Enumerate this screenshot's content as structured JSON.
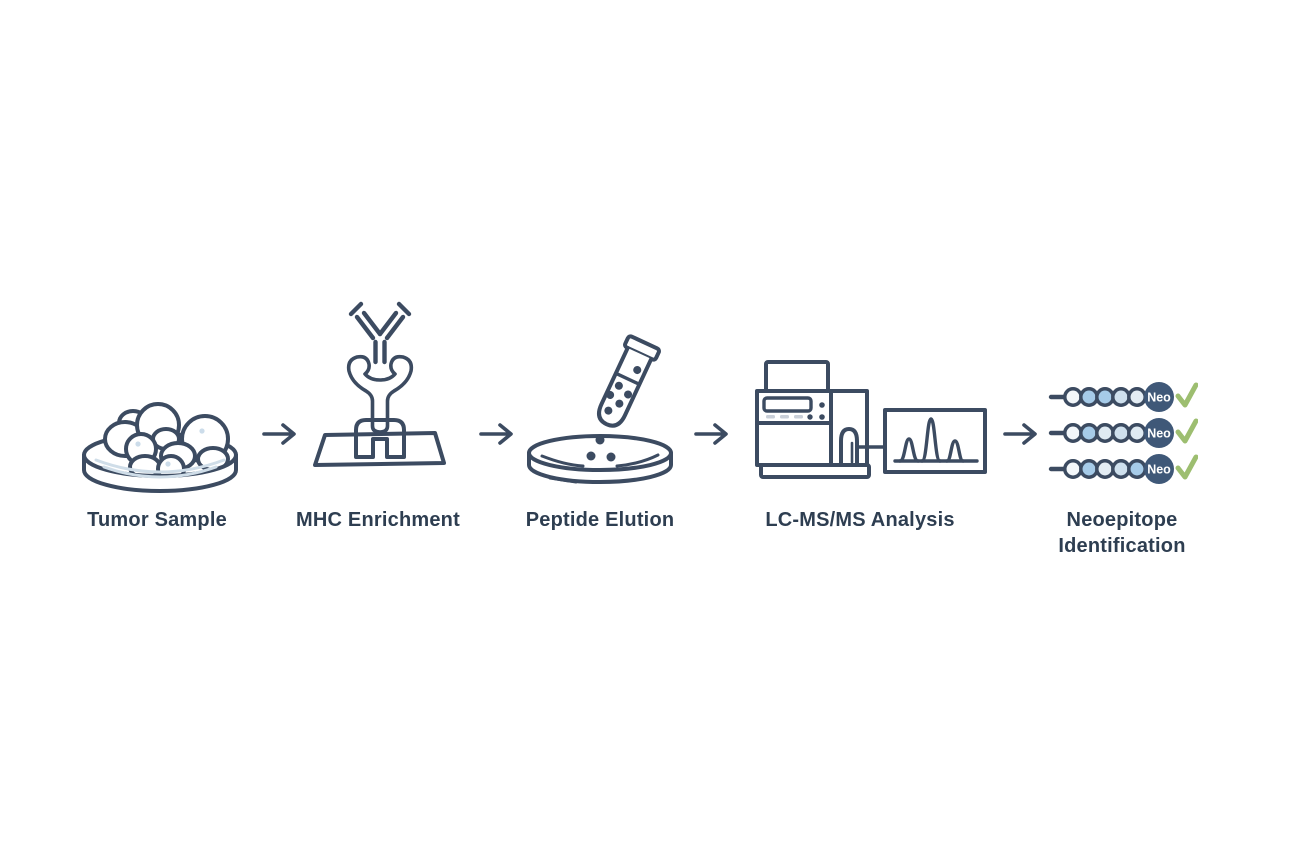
{
  "diagram": {
    "type": "horizontal-workflow",
    "background": "#ffffff",
    "steps": [
      {
        "label": "Tumor Sample",
        "icon": "petri-dish-with-tumor-cells"
      },
      {
        "label": "MHC Enrichment",
        "icon": "antibody-binding-mhc-on-plate"
      },
      {
        "label": "Peptide Elution",
        "icon": "test-tube-dropping-peptides-into-dish"
      },
      {
        "label": "LC-MS/MS Analysis",
        "icon": "lc-ms-instrument-with-chromatogram"
      },
      {
        "label": "Neoepitope Identification",
        "icon": "peptide-chains-with-neo-tags-and-checkmarks"
      }
    ],
    "arrow_glyph": "→",
    "neo_tag": "Neo",
    "neo_rows": [
      {
        "beads": [
          "#f3f7fa",
          "#a6cbe8",
          "#a6cbe8",
          "#cfe0ed",
          "#e4edf4"
        ]
      },
      {
        "beads": [
          "#f3f7fa",
          "#a6cbe8",
          "#dfeaf2",
          "#cfe0ed",
          "#dfeaf2"
        ]
      },
      {
        "beads": [
          "#f3f7fa",
          "#a6cbe8",
          "#e4edf4",
          "#cfe0ed",
          "#a6cbe8"
        ]
      }
    ],
    "chromatogram_peaks_relative": [
      0.48,
      1.0,
      0.45
    ]
  },
  "colors": {
    "outline": "#3c4b61",
    "text": "#2e3e51",
    "cell_blue": "#ccdcea",
    "sage_green": "#c4ce9e",
    "steel_blue": "#a6c7e4",
    "plate_gray": "#e9ebe8",
    "module_blue": "#dce6ee",
    "base_blue": "#ccdcea",
    "panel_dash": "#c9cfd8",
    "neo_navy": "#3f5878",
    "check_green": "#9dbe70",
    "dish_shade": "#cfdde8"
  }
}
